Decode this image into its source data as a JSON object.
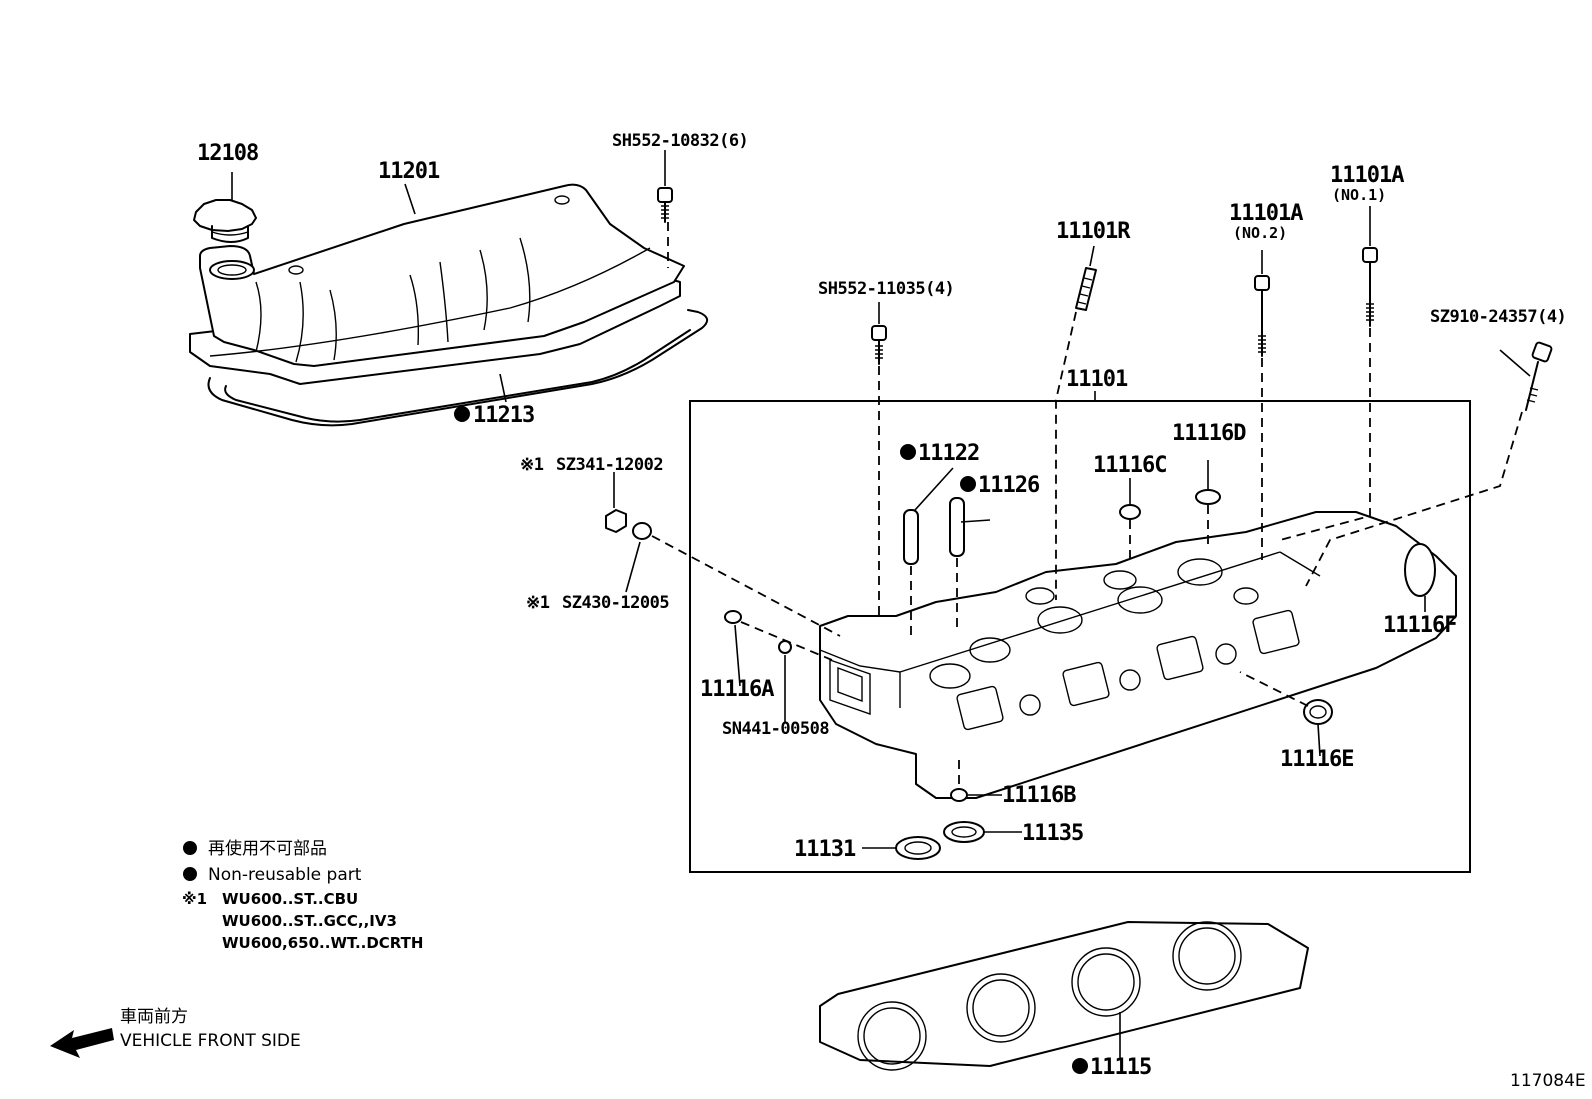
{
  "parts": {
    "p12108": "12108",
    "p11201": "11201",
    "psh552_10832": "SH552-10832(6)",
    "p11213": "11213",
    "psh552_11035": "SH552-11035(4)",
    "p11101r": "11101R",
    "p11101a_no2": "11101A",
    "p11101a_no2_sub": "(NO.2)",
    "p11101a_no1": "11101A",
    "p11101a_no1_sub": "(NO.1)",
    "psz910": "SZ910-24357(4)",
    "p11101": "11101",
    "p11122": "11122",
    "p11126": "11126",
    "p11116c": "11116C",
    "p11116d": "11116D",
    "psz341": "SZ341-12002",
    "psz430": "SZ430-12005",
    "p11116a": "11116A",
    "psn441": "SN441-00508",
    "p11116f": "11116F",
    "p11116e": "11116E",
    "p11116b": "11116B",
    "p11131": "11131",
    "p11135": "11135",
    "p11115": "11115"
  },
  "marks": {
    "ref_mark": "※1"
  },
  "legend": {
    "nonreusable_jp": "再使用不可部品",
    "nonreusable_en": "Non-reusable part",
    "note_mark": "※1",
    "note_line1": "WU600..ST..CBU",
    "note_line2": "WU600..ST..GCC,,IV3",
    "note_line3": "WU600,650..WT..DCRTH"
  },
  "direction": {
    "jp": "車両前方",
    "en": "VEHICLE FRONT SIDE"
  },
  "figure_id": "117084E"
}
